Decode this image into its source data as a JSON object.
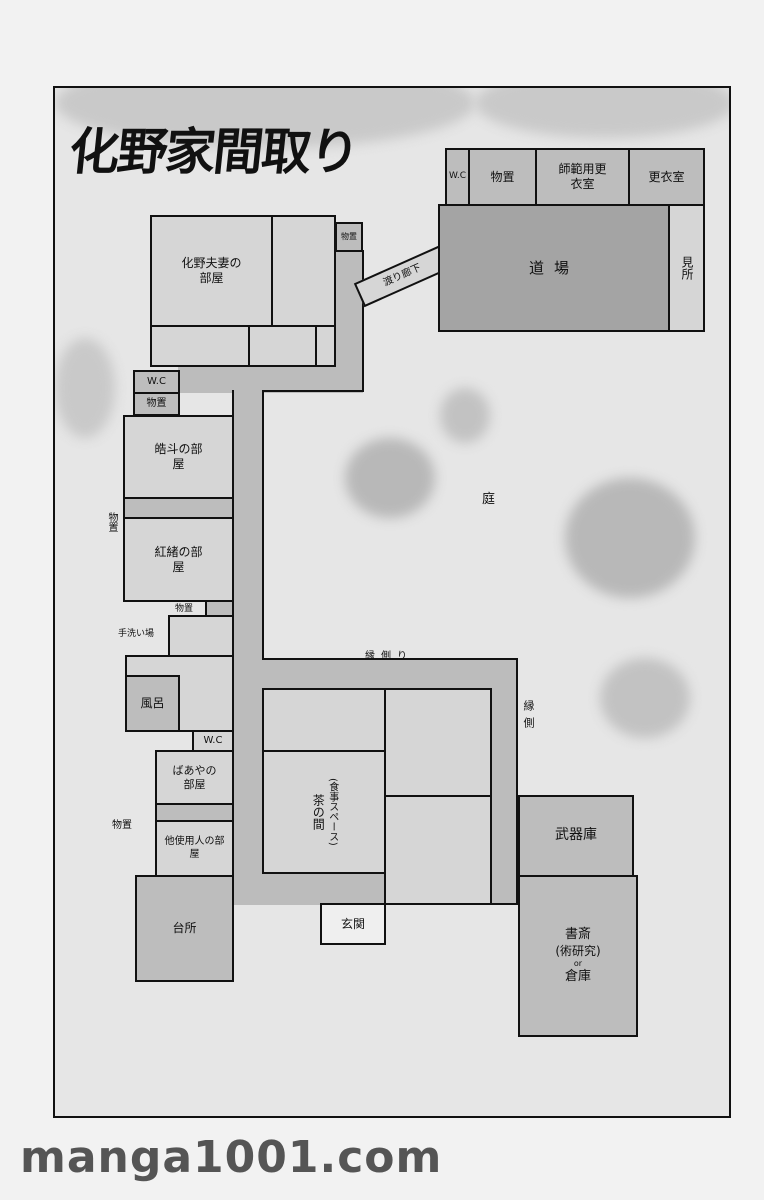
{
  "title": "化野家間取り",
  "rooms": {
    "parents": "化野夫妻の部屋",
    "storage_top": "物置",
    "walkway": "渡り廊下",
    "dojo": "道場",
    "dojo_wc": "W.C",
    "dojo_storage": "物置",
    "master_changing": "師範用更衣室",
    "changing": "更衣室",
    "viewing": "見所",
    "wc1": "W.C",
    "storage1": "物置",
    "akito": "皓斗の部屋",
    "storage2": "物置",
    "benio": "紅緒の部屋",
    "storage3": "物置",
    "washroom": "手洗い場",
    "bath": "風呂",
    "wc2": "W.C",
    "nanny": "ばあやの部屋",
    "storage4": "物置",
    "servants": "他使用人の部屋",
    "kitchen": "台所",
    "living": "茶の間",
    "living_note": "(食事スペース)",
    "entrance": "玄関",
    "armory": "武器庫",
    "study": "書斎",
    "study_note": "(術研究)",
    "study_or": "or",
    "warehouse": "倉庫"
  },
  "labels": {
    "garden": "庭",
    "veranda_top": "縁側り",
    "veranda_side": "縁側"
  },
  "watermark": "manga1001.com"
}
